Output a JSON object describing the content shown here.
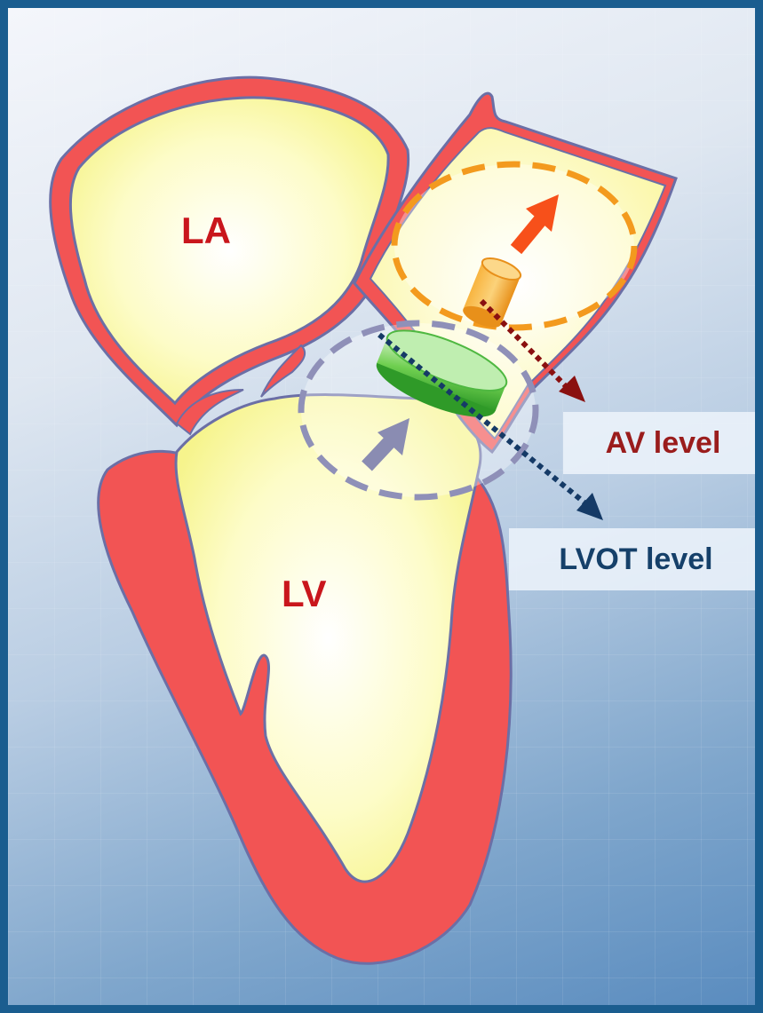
{
  "diagram": {
    "chambers": {
      "la": "LA",
      "lv": "LV"
    },
    "levels": {
      "av": "AV level",
      "lvot": "LVOT level"
    },
    "colors": {
      "myocardium": "#f25454",
      "outline": "#6b6fa6",
      "chamber_fill": "#fdfbb8",
      "chamber_label": "#c9161c",
      "av_circle": "#f39a1e",
      "lvot_circle": "#8f90b8",
      "av_arrow": "#f7501a",
      "lvot_arrow": "#8a8cb2",
      "av_dotted_line": "#8a1010",
      "lvot_dotted_line": "#153a66",
      "av_probe": "#f5a623",
      "lvot_probe": "#43b43a"
    }
  }
}
